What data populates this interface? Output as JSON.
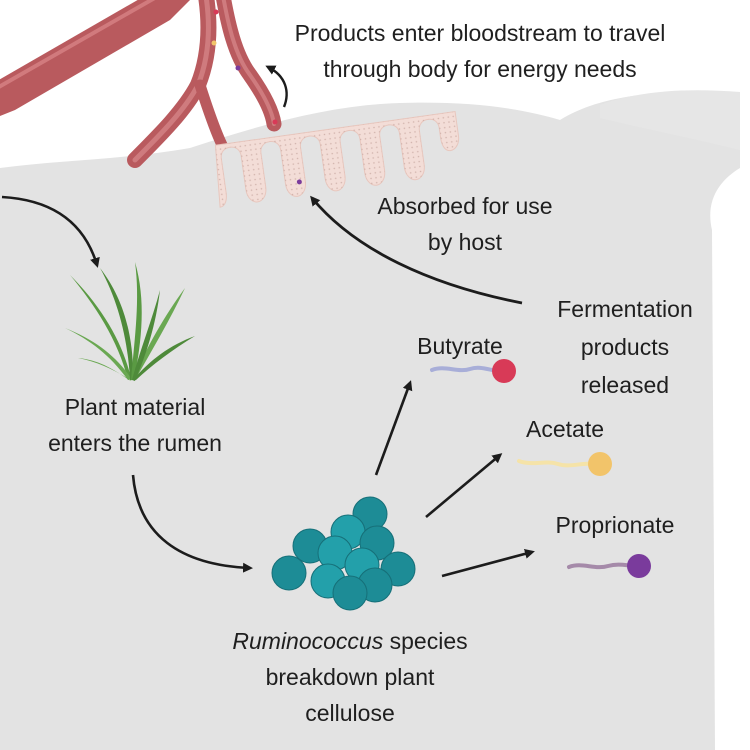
{
  "labels": {
    "bloodstream": {
      "line1": "Products enter bloodstream to travel",
      "line2": "through body for energy needs"
    },
    "absorbed": {
      "line1": "Absorbed for use",
      "line2": "by host"
    },
    "fermentation": {
      "line1": "Fermentation",
      "line2": "products",
      "line3": "released"
    },
    "plant": {
      "line1": "Plant material",
      "line2": "enters the rumen"
    },
    "ruminococcus": {
      "genus": "Ruminococcus",
      "line1_rest": " species",
      "line2": "breakdown plant",
      "line3": "cellulose"
    },
    "products": {
      "butyrate": "Butyrate",
      "acetate": "Acetate",
      "proprionate": "Proprionate"
    }
  },
  "colors": {
    "rumen_background": "#e3e3e3",
    "blood_vessel": "#b95a5e",
    "villi_wall": "#f3ddd7",
    "grass": "#5a9a43",
    "bacteria": "#1d8c96",
    "arrow": "#1c1c1c",
    "butyrate": "#d83a57",
    "acetate": "#f2c46a",
    "proprionate": "#7a3b9c"
  },
  "icons": {
    "grass": "grass-icon",
    "bacteria": "bacteria-cluster-icon",
    "blood_vessel": "blood-vessel-icon",
    "intestinal_villi": "villi-icon",
    "butyrate": "butyrate-molecule-icon",
    "acetate": "acetate-molecule-icon",
    "proprionate": "proprionate-molecule-icon"
  }
}
